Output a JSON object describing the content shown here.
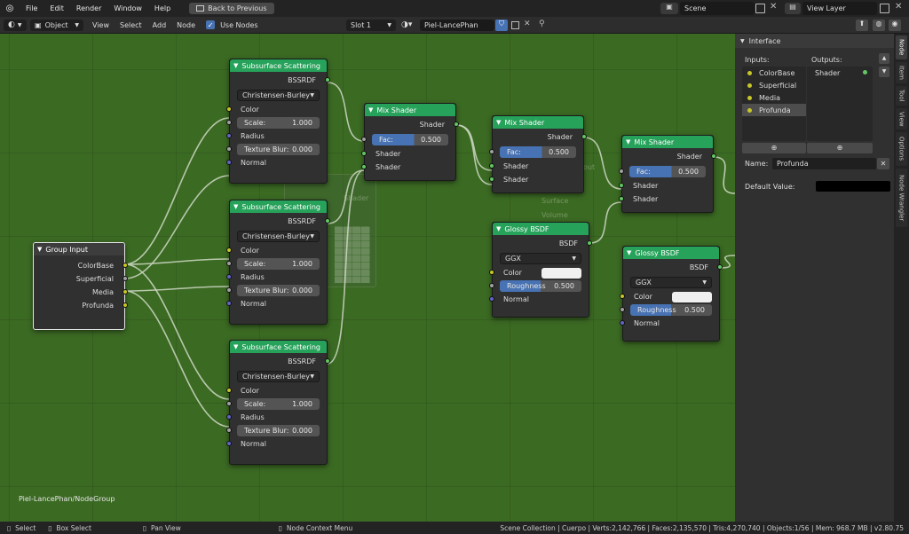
{
  "topbar": {
    "menus": [
      "File",
      "Edit",
      "Render",
      "Window",
      "Help"
    ],
    "back_label": "Back to Previous",
    "scene": "Scene",
    "view_layer": "View Layer"
  },
  "header": {
    "mode": "Object",
    "menus": [
      "View",
      "Select",
      "Add",
      "Node"
    ],
    "use_nodes": "Use Nodes",
    "slot": "Slot 1",
    "material": "Piel-LancePhan"
  },
  "nodes": {
    "sss": {
      "title": "Subsurface Scattering",
      "output": "BSSRDF",
      "method": "Christensen-Burley",
      "color": "Color",
      "scale_label": "Scale:",
      "scale_value": "1.000",
      "radius": "Radius",
      "blur_label": "Texture Blur:",
      "normal": "Normal"
    },
    "sss_blur_values": [
      "0.000",
      "0.000",
      "0.000"
    ],
    "group_input": {
      "title": "Group Input",
      "outputs": [
        "ColorBase",
        "Superficial",
        "Media",
        "Profunda"
      ]
    },
    "mix": {
      "title": "Mix Shader",
      "output": "Shader",
      "fac_label": "Fac:",
      "fac_value": "0.500",
      "in1": "Shader",
      "in2": "Shader"
    },
    "glossy": {
      "title": "Glossy BSDF",
      "output": "BSDF",
      "dist": "GGX",
      "color": "Color",
      "rough_label": "Roughness",
      "rough_value": "0.500",
      "normal": "Normal"
    },
    "ghost": {
      "shader": "Shader",
      "surface": "Surface",
      "volume": "Volume",
      "out": "out"
    }
  },
  "breadcrumb": "Piel-LancePhan/NodeGroup",
  "panel": {
    "title": "Interface",
    "inputs_label": "Inputs:",
    "outputs_label": "Outputs:",
    "inputs": [
      "ColorBase",
      "Superficial",
      "Media",
      "Profunda"
    ],
    "outputs": [
      "Shader"
    ],
    "name_label": "Name:",
    "name_value": "Profunda",
    "default_label": "Default Value:"
  },
  "tabs": [
    "Node",
    "Item",
    "Tool",
    "View",
    "Options",
    "Node Wrangler"
  ],
  "status": {
    "select": "Select",
    "box_select": "Box Select",
    "pan": "Pan View",
    "context": "Node Context Menu",
    "stats": "Scene Collection | Cuerpo | Verts:2,142,766 | Faces:2,135,570 | Tris:4,270,740 | Objects:1/56 | Mem: 968.7 MB | v2.80.75"
  },
  "colors": {
    "node_header": "#26a25a",
    "editor_bg": "#3b6a23",
    "accent": "#4772b3"
  }
}
